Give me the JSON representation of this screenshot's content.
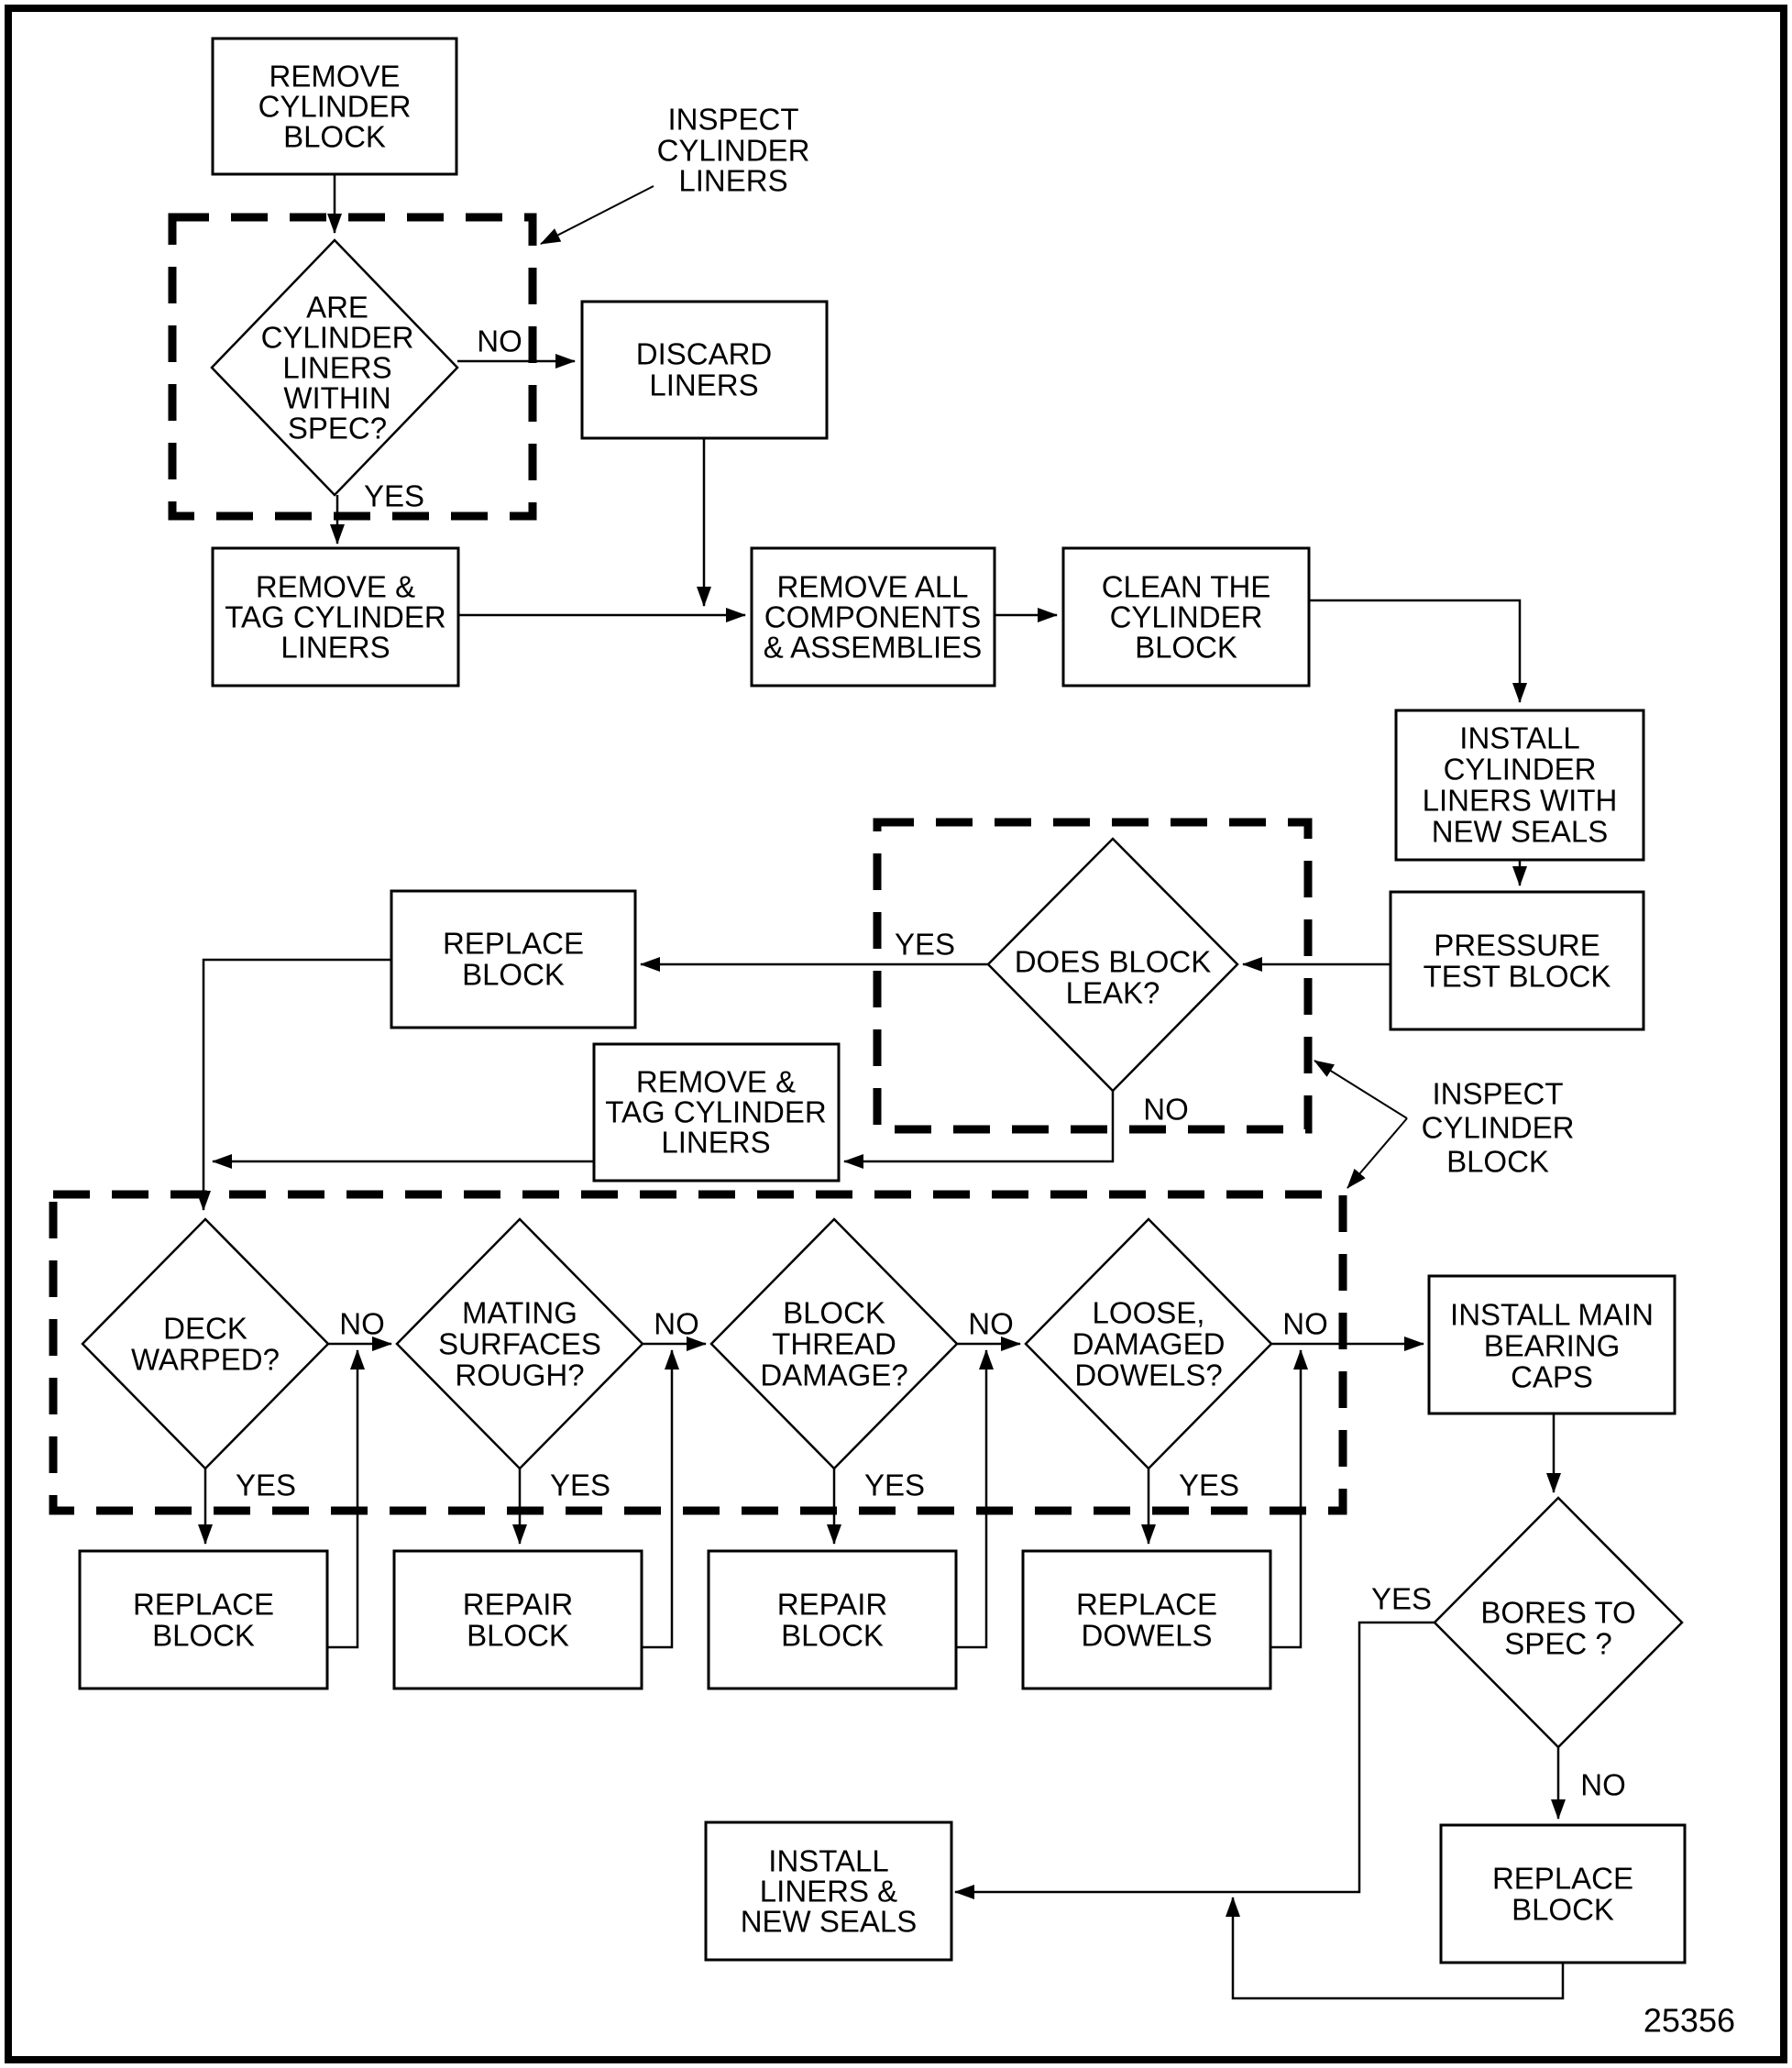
{
  "figure_number": "25356",
  "colors": {
    "ink": "#000000",
    "background": "#ffffff"
  },
  "branch_labels": {
    "yes": "YES",
    "no": "NO"
  },
  "annotations": {
    "inspect_cylinder_liners": [
      "INSPECT",
      "CYLINDER",
      "LINERS"
    ],
    "inspect_cylinder_block": [
      "INSPECT",
      "CYLINDER",
      "BLOCK"
    ]
  },
  "nodes": {
    "remove_cylinder_block": [
      "REMOVE",
      "CYLINDER",
      "BLOCK"
    ],
    "are_cylinder_liners_within_spec": [
      "ARE",
      "CYLINDER",
      "LINERS",
      "WITHIN",
      "SPEC?"
    ],
    "discard_liners": [
      "DISCARD",
      "LINERS"
    ],
    "remove_tag_cylinder_liners_1": [
      "REMOVE &",
      "TAG CYLINDER",
      "LINERS"
    ],
    "remove_all_components": [
      "REMOVE ALL",
      "COMPONENTS",
      "& ASSEMBLIES"
    ],
    "clean_cylinder_block": [
      "CLEAN THE",
      "CYLINDER",
      "BLOCK"
    ],
    "install_cylinder_liners_new_seals": [
      "INSTALL",
      "CYLINDER",
      "LINERS WITH",
      "NEW SEALS"
    ],
    "pressure_test_block": [
      "PRESSURE",
      "TEST BLOCK"
    ],
    "does_block_leak": [
      "DOES BLOCK",
      "LEAK?"
    ],
    "replace_block_mid": [
      "REPLACE",
      "BLOCK"
    ],
    "remove_tag_cylinder_liners_2": [
      "REMOVE &",
      "TAG CYLINDER",
      "LINERS"
    ],
    "deck_warped": [
      "DECK",
      "WARPED?"
    ],
    "mating_surfaces_rough": [
      "MATING",
      "SURFACES",
      "ROUGH?"
    ],
    "block_thread_damage": [
      "BLOCK",
      "THREAD",
      "DAMAGE?"
    ],
    "loose_damaged_dowels": [
      "LOOSE,",
      "DAMAGED",
      "DOWELS?"
    ],
    "replace_block_deck": [
      "REPLACE",
      "BLOCK"
    ],
    "repair_block_mating": [
      "REPAIR",
      "BLOCK"
    ],
    "repair_block_thread": [
      "REPAIR",
      "BLOCK"
    ],
    "replace_dowels": [
      "REPLACE",
      "DOWELS"
    ],
    "install_main_bearing_caps": [
      "INSTALL MAIN",
      "BEARING",
      "CAPS"
    ],
    "bores_to_spec": [
      "BORES TO",
      "SPEC ?"
    ],
    "replace_block_bottom": [
      "REPLACE",
      "BLOCK"
    ],
    "install_liners_new_seals": [
      "INSTALL",
      "LINERS &",
      "NEW SEALS"
    ]
  }
}
